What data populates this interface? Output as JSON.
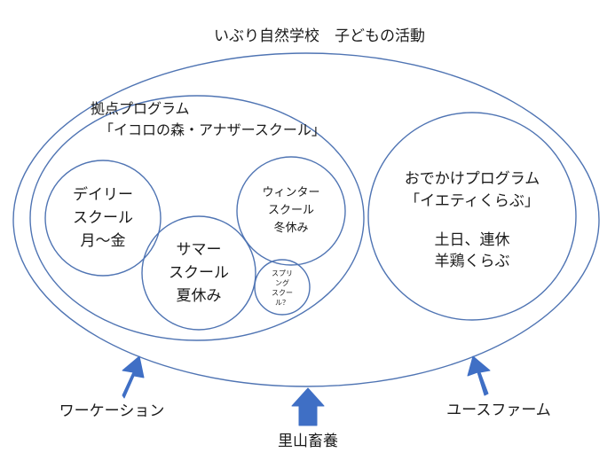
{
  "title": "いぶり自然学校　子どもの活動",
  "colors": {
    "outline": "#4f74b3",
    "arrow": "#3f6fc5",
    "text": "#1a1a1a",
    "background": "#ffffff"
  },
  "base_program": {
    "label_line1": "拠点プログラム",
    "label_line2": "「イコロの森・アナザースクール」"
  },
  "daily_school": {
    "line1": "デイリー",
    "line2": "スクール",
    "line3": "月～金"
  },
  "summer_school": {
    "line1": "サマー",
    "line2": "スクール",
    "line3": "夏休み"
  },
  "winter_school": {
    "line1": "ウィンター",
    "line2": "スクール",
    "line3": "冬休み"
  },
  "spring_school": {
    "line1": "スプリ",
    "line2": "ング",
    "line3": "スクー",
    "line4": "ル？"
  },
  "outing_program": {
    "line1": "おでかけプログラム",
    "line2": "「イエティくらぶ」",
    "line3": "土日、連休",
    "line4": "羊鶏くらぶ"
  },
  "inputs": {
    "workation": "ワーケーション",
    "satoyama": "里山畜養",
    "youth_farm": "ユースファーム"
  }
}
